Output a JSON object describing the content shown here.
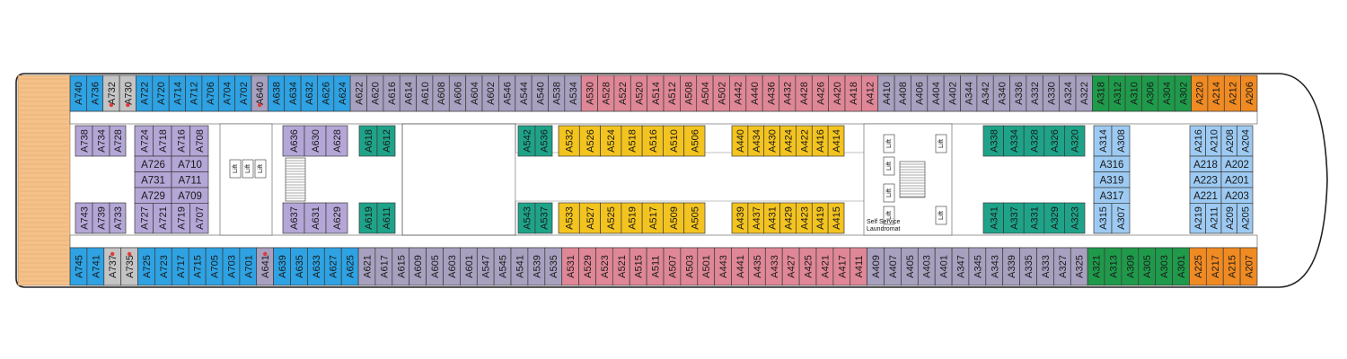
{
  "colors": {
    "blue": "#2ea2e2",
    "light_purple": "#b4a6d6",
    "teal": "#1ea389",
    "gray_purple": "#a7a0bf",
    "pink": "#df8797",
    "yellow": "#f3c31f",
    "light_blue": "#9dcaf2",
    "green": "#1f9a4b",
    "orange": "#f08a22",
    "deck_wood": "#f5c189",
    "grey": "#c4c4c4",
    "accessible_mark": "#e03a3a"
  },
  "map": {
    "service_label_1": "Self Service",
    "service_label_2": "Laundromat",
    "lift_label": "Lift"
  },
  "top_outer": [
    {
      "id": "A740",
      "c": "blue"
    },
    {
      "id": "A736",
      "c": "blue"
    },
    {
      "id": "A732",
      "c": "grey",
      "acc": true
    },
    {
      "id": "A730",
      "c": "grey",
      "acc": true
    },
    {
      "id": "A722",
      "c": "blue"
    },
    {
      "id": "A720",
      "c": "blue"
    },
    {
      "id": "A714",
      "c": "blue"
    },
    {
      "id": "A712",
      "c": "blue"
    },
    {
      "id": "A706",
      "c": "blue"
    },
    {
      "id": "A704",
      "c": "blue"
    },
    {
      "id": "A702",
      "c": "blue"
    },
    {
      "id": "A640",
      "c": "gray_purple",
      "acc": true
    },
    {
      "id": "A638",
      "c": "blue"
    },
    {
      "id": "A634",
      "c": "blue"
    },
    {
      "id": "A632",
      "c": "blue"
    },
    {
      "id": "A626",
      "c": "blue"
    },
    {
      "id": "A624",
      "c": "blue"
    },
    {
      "id": "A622",
      "c": "gray_purple"
    },
    {
      "id": "A620",
      "c": "gray_purple"
    },
    {
      "id": "A616",
      "c": "gray_purple"
    },
    {
      "id": "A614",
      "c": "gray_purple"
    },
    {
      "id": "A610",
      "c": "gray_purple"
    },
    {
      "id": "A608",
      "c": "gray_purple"
    },
    {
      "id": "A606",
      "c": "gray_purple"
    },
    {
      "id": "A604",
      "c": "gray_purple"
    },
    {
      "id": "A602",
      "c": "gray_purple"
    },
    {
      "id": "A546",
      "c": "gray_purple"
    },
    {
      "id": "A544",
      "c": "gray_purple"
    },
    {
      "id": "A540",
      "c": "gray_purple"
    },
    {
      "id": "A538",
      "c": "gray_purple"
    },
    {
      "id": "A534",
      "c": "gray_purple"
    },
    {
      "id": "A530",
      "c": "pink"
    },
    {
      "id": "A528",
      "c": "pink"
    },
    {
      "id": "A522",
      "c": "pink"
    },
    {
      "id": "A520",
      "c": "pink"
    },
    {
      "id": "A514",
      "c": "pink"
    },
    {
      "id": "A512",
      "c": "pink"
    },
    {
      "id": "A508",
      "c": "pink"
    },
    {
      "id": "A504",
      "c": "pink"
    },
    {
      "id": "A502",
      "c": "pink"
    },
    {
      "id": "A442",
      "c": "pink"
    },
    {
      "id": "A440",
      "c": "pink"
    },
    {
      "id": "A436",
      "c": "pink"
    },
    {
      "id": "A432",
      "c": "pink"
    },
    {
      "id": "A428",
      "c": "pink"
    },
    {
      "id": "A426",
      "c": "pink"
    },
    {
      "id": "A420",
      "c": "pink"
    },
    {
      "id": "A418",
      "c": "pink"
    },
    {
      "id": "A412",
      "c": "pink"
    },
    {
      "id": "A410",
      "c": "gray_purple"
    },
    {
      "id": "A408",
      "c": "gray_purple"
    },
    {
      "id": "A406",
      "c": "gray_purple"
    },
    {
      "id": "A404",
      "c": "gray_purple"
    },
    {
      "id": "A402",
      "c": "gray_purple"
    },
    {
      "id": "A344",
      "c": "gray_purple"
    },
    {
      "id": "A342",
      "c": "gray_purple"
    },
    {
      "id": "A340",
      "c": "gray_purple"
    },
    {
      "id": "A336",
      "c": "gray_purple"
    },
    {
      "id": "A332",
      "c": "gray_purple"
    },
    {
      "id": "A330",
      "c": "gray_purple"
    },
    {
      "id": "A324",
      "c": "gray_purple"
    },
    {
      "id": "A322",
      "c": "gray_purple"
    },
    {
      "id": "A318",
      "c": "green"
    },
    {
      "id": "A312",
      "c": "green"
    },
    {
      "id": "A310",
      "c": "green"
    },
    {
      "id": "A306",
      "c": "green"
    },
    {
      "id": "A304",
      "c": "green"
    },
    {
      "id": "A302",
      "c": "green"
    },
    {
      "id": "A220",
      "c": "orange"
    },
    {
      "id": "A214",
      "c": "orange"
    },
    {
      "id": "A212",
      "c": "orange"
    },
    {
      "id": "A206",
      "c": "orange"
    }
  ],
  "bottom_outer": [
    {
      "id": "A745",
      "c": "blue"
    },
    {
      "id": "A741",
      "c": "blue"
    },
    {
      "id": "A737",
      "c": "grey",
      "acc": true
    },
    {
      "id": "A735",
      "c": "grey",
      "acc": true
    },
    {
      "id": "A725",
      "c": "blue"
    },
    {
      "id": "A723",
      "c": "blue"
    },
    {
      "id": "A717",
      "c": "blue"
    },
    {
      "id": "A715",
      "c": "blue"
    },
    {
      "id": "A705",
      "c": "blue"
    },
    {
      "id": "A703",
      "c": "blue"
    },
    {
      "id": "A701",
      "c": "blue"
    },
    {
      "id": "A641",
      "c": "gray_purple",
      "acc": true
    },
    {
      "id": "A639",
      "c": "blue"
    },
    {
      "id": "A635",
      "c": "blue"
    },
    {
      "id": "A633",
      "c": "blue"
    },
    {
      "id": "A627",
      "c": "blue"
    },
    {
      "id": "A625",
      "c": "blue"
    },
    {
      "id": "A621",
      "c": "gray_purple"
    },
    {
      "id": "A617",
      "c": "gray_purple"
    },
    {
      "id": "A615",
      "c": "gray_purple"
    },
    {
      "id": "A609",
      "c": "gray_purple"
    },
    {
      "id": "A605",
      "c": "gray_purple"
    },
    {
      "id": "A603",
      "c": "gray_purple"
    },
    {
      "id": "A601",
      "c": "gray_purple"
    },
    {
      "id": "A547",
      "c": "gray_purple"
    },
    {
      "id": "A545",
      "c": "gray_purple"
    },
    {
      "id": "A541",
      "c": "gray_purple"
    },
    {
      "id": "A539",
      "c": "gray_purple"
    },
    {
      "id": "A535",
      "c": "gray_purple"
    },
    {
      "id": "A531",
      "c": "pink"
    },
    {
      "id": "A529",
      "c": "pink"
    },
    {
      "id": "A523",
      "c": "pink"
    },
    {
      "id": "A521",
      "c": "pink"
    },
    {
      "id": "A515",
      "c": "pink"
    },
    {
      "id": "A511",
      "c": "pink"
    },
    {
      "id": "A507",
      "c": "pink"
    },
    {
      "id": "A503",
      "c": "pink"
    },
    {
      "id": "A501",
      "c": "pink"
    },
    {
      "id": "A443",
      "c": "pink"
    },
    {
      "id": "A441",
      "c": "pink"
    },
    {
      "id": "A435",
      "c": "pink"
    },
    {
      "id": "A433",
      "c": "pink"
    },
    {
      "id": "A427",
      "c": "pink"
    },
    {
      "id": "A425",
      "c": "pink"
    },
    {
      "id": "A421",
      "c": "pink"
    },
    {
      "id": "A417",
      "c": "pink"
    },
    {
      "id": "A411",
      "c": "pink"
    },
    {
      "id": "A409",
      "c": "gray_purple"
    },
    {
      "id": "A407",
      "c": "gray_purple"
    },
    {
      "id": "A405",
      "c": "gray_purple"
    },
    {
      "id": "A403",
      "c": "gray_purple"
    },
    {
      "id": "A401",
      "c": "gray_purple"
    },
    {
      "id": "A347",
      "c": "gray_purple"
    },
    {
      "id": "A345",
      "c": "gray_purple"
    },
    {
      "id": "A343",
      "c": "gray_purple"
    },
    {
      "id": "A339",
      "c": "gray_purple"
    },
    {
      "id": "A335",
      "c": "gray_purple"
    },
    {
      "id": "A333",
      "c": "gray_purple"
    },
    {
      "id": "A327",
      "c": "gray_purple"
    },
    {
      "id": "A325",
      "c": "gray_purple"
    },
    {
      "id": "A321",
      "c": "green"
    },
    {
      "id": "A313",
      "c": "green"
    },
    {
      "id": "A309",
      "c": "green"
    },
    {
      "id": "A305",
      "c": "green"
    },
    {
      "id": "A303",
      "c": "green"
    },
    {
      "id": "A301",
      "c": "green"
    },
    {
      "id": "A225",
      "c": "orange"
    },
    {
      "id": "A217",
      "c": "orange"
    },
    {
      "id": "A215",
      "c": "orange"
    },
    {
      "id": "A207",
      "c": "orange"
    }
  ],
  "inner_top": [
    {
      "id": "A738",
      "c": "light_purple"
    },
    {
      "id": "A734",
      "c": "light_purple"
    },
    {
      "id": "A728",
      "c": "light_purple"
    },
    {
      "id": "A724",
      "c": "light_purple"
    },
    {
      "id": "A718",
      "c": "light_purple"
    },
    {
      "id": "A716",
      "c": "light_purple"
    },
    {
      "id": "A708",
      "c": "light_purple"
    },
    {
      "id": "A636",
      "c": "light_purple"
    },
    {
      "id": "A630",
      "c": "light_purple"
    },
    {
      "id": "A628",
      "c": "light_purple"
    },
    {
      "id": "A618",
      "c": "teal"
    },
    {
      "id": "A612",
      "c": "teal"
    },
    {
      "id": "A542",
      "c": "teal"
    },
    {
      "id": "A536",
      "c": "teal"
    },
    {
      "id": "A532",
      "c": "yellow"
    },
    {
      "id": "A526",
      "c": "yellow"
    },
    {
      "id": "A524",
      "c": "yellow"
    },
    {
      "id": "A518",
      "c": "yellow"
    },
    {
      "id": "A516",
      "c": "yellow"
    },
    {
      "id": "A510",
      "c": "yellow"
    },
    {
      "id": "A506",
      "c": "yellow"
    },
    {
      "id": "A440",
      "c": "yellow"
    },
    {
      "id": "A434",
      "c": "yellow"
    },
    {
      "id": "A430",
      "c": "yellow"
    },
    {
      "id": "A424",
      "c": "yellow"
    },
    {
      "id": "A422",
      "c": "yellow"
    },
    {
      "id": "A416",
      "c": "yellow"
    },
    {
      "id": "A414",
      "c": "yellow"
    },
    {
      "id": "A338",
      "c": "teal"
    },
    {
      "id": "A334",
      "c": "teal"
    },
    {
      "id": "A328",
      "c": "teal"
    },
    {
      "id": "A326",
      "c": "teal"
    },
    {
      "id": "A320",
      "c": "teal"
    },
    {
      "id": "A314",
      "c": "light_blue"
    },
    {
      "id": "A308",
      "c": "light_blue"
    },
    {
      "id": "A216",
      "c": "light_blue"
    },
    {
      "id": "A210",
      "c": "light_blue"
    },
    {
      "id": "A208",
      "c": "light_blue"
    },
    {
      "id": "A204",
      "c": "light_blue"
    }
  ],
  "inner_bottom": [
    {
      "id": "A743",
      "c": "light_purple"
    },
    {
      "id": "A739",
      "c": "light_purple"
    },
    {
      "id": "A733",
      "c": "light_purple"
    },
    {
      "id": "A727",
      "c": "light_purple"
    },
    {
      "id": "A721",
      "c": "light_purple"
    },
    {
      "id": "A719",
      "c": "light_purple"
    },
    {
      "id": "A707",
      "c": "light_purple"
    },
    {
      "id": "A637",
      "c": "light_purple"
    },
    {
      "id": "A631",
      "c": "light_purple"
    },
    {
      "id": "A629",
      "c": "light_purple"
    },
    {
      "id": "A619",
      "c": "teal"
    },
    {
      "id": "A611",
      "c": "teal"
    },
    {
      "id": "A543",
      "c": "teal"
    },
    {
      "id": "A537",
      "c": "teal"
    },
    {
      "id": "A533",
      "c": "yellow"
    },
    {
      "id": "A527",
      "c": "yellow"
    },
    {
      "id": "A525",
      "c": "yellow"
    },
    {
      "id": "A519",
      "c": "yellow"
    },
    {
      "id": "A517",
      "c": "yellow"
    },
    {
      "id": "A509",
      "c": "yellow"
    },
    {
      "id": "A505",
      "c": "yellow"
    },
    {
      "id": "A439",
      "c": "yellow"
    },
    {
      "id": "A437",
      "c": "yellow"
    },
    {
      "id": "A431",
      "c": "yellow"
    },
    {
      "id": "A429",
      "c": "yellow"
    },
    {
      "id": "A423",
      "c": "yellow"
    },
    {
      "id": "A419",
      "c": "yellow"
    },
    {
      "id": "A415",
      "c": "yellow"
    },
    {
      "id": "A341",
      "c": "teal"
    },
    {
      "id": "A337",
      "c": "teal"
    },
    {
      "id": "A331",
      "c": "teal"
    },
    {
      "id": "A329",
      "c": "teal"
    },
    {
      "id": "A323",
      "c": "teal"
    },
    {
      "id": "A315",
      "c": "light_blue"
    },
    {
      "id": "A307",
      "c": "light_blue"
    },
    {
      "id": "A219",
      "c": "light_blue"
    },
    {
      "id": "A211",
      "c": "light_blue"
    },
    {
      "id": "A209",
      "c": "light_blue"
    },
    {
      "id": "A205",
      "c": "light_blue"
    }
  ],
  "center_aft": [
    {
      "id": "A726",
      "c": "light_purple"
    },
    {
      "id": "A710",
      "c": "light_purple"
    },
    {
      "id": "A731",
      "c": "light_purple"
    },
    {
      "id": "A711",
      "c": "light_purple"
    },
    {
      "id": "A729",
      "c": "light_purple"
    },
    {
      "id": "A709",
      "c": "light_purple"
    }
  ],
  "center_mid": [
    {
      "id": "A316",
      "c": "light_blue"
    },
    {
      "id": "A319",
      "c": "light_blue"
    },
    {
      "id": "A317",
      "c": "light_blue"
    }
  ],
  "center_fwd": [
    {
      "id": "A218",
      "c": "light_blue"
    },
    {
      "id": "A202",
      "c": "light_blue"
    },
    {
      "id": "A223",
      "c": "light_blue"
    },
    {
      "id": "A201",
      "c": "light_blue"
    },
    {
      "id": "A221",
      "c": "light_blue"
    },
    {
      "id": "A203",
      "c": "light_blue"
    }
  ]
}
